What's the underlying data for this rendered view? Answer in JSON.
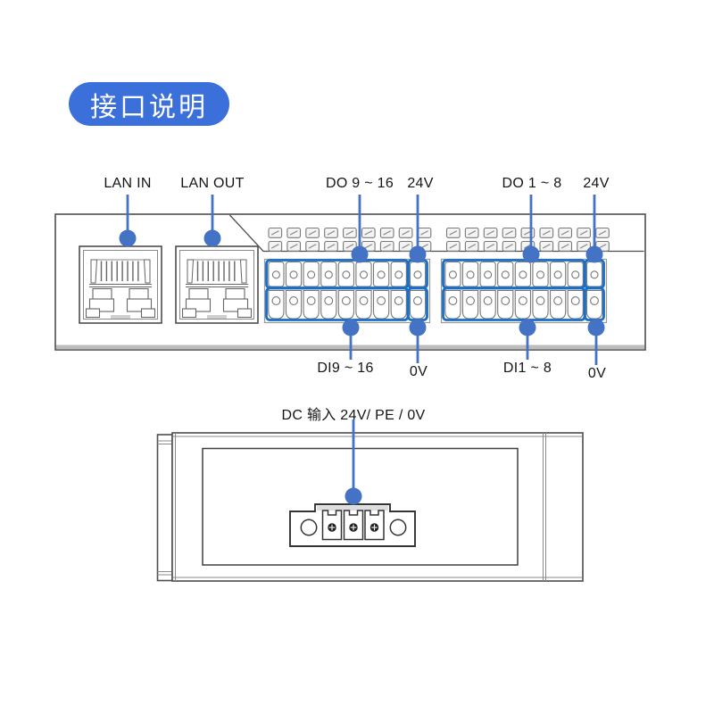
{
  "badge": {
    "label": "接口说明"
  },
  "top_view": {
    "port_labels": {
      "lan_in": "LAN IN",
      "lan_out": "LAN OUT"
    },
    "output_labels": {
      "do9_16": "DO 9 ~ 16",
      "v24_left": "24V",
      "do1_8": "DO 1 ~ 8",
      "v24_right": "24V"
    },
    "input_labels": {
      "di9_16": "DI9 ~ 16",
      "v0_left": "0V",
      "di1_8": "DI1 ~ 8",
      "v0_right": "0V"
    }
  },
  "bottom_view": {
    "dc_label": "DC 输入  24V/ PE / 0V"
  },
  "colors": {
    "badge_blue": "#3B6FD9",
    "callout_blue": "#4472C4",
    "terminal_highlight_blue": "#1A6EC6"
  }
}
